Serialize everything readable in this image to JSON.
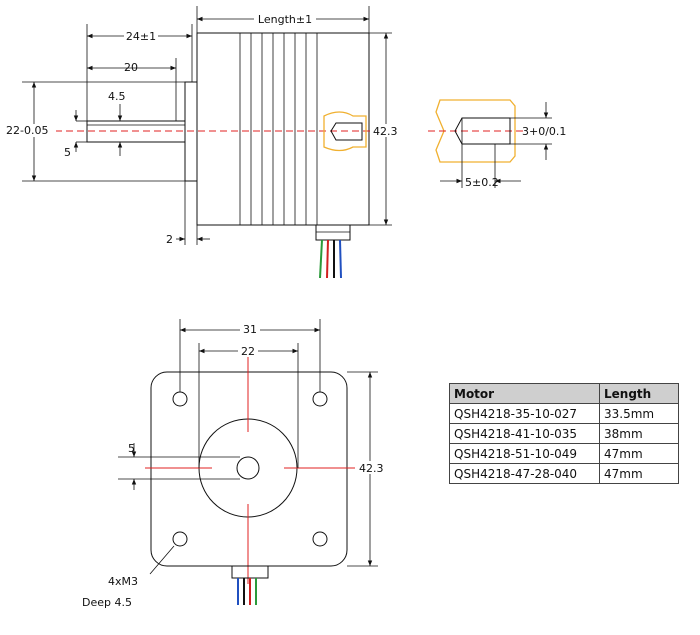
{
  "labels": {
    "length": "Length±1",
    "d24": "24±1",
    "d20": "20",
    "d45": "4.5",
    "d22_005": "22-0.05",
    "d5": "5",
    "d423_side": "42.3",
    "d2": "2",
    "d3": "3+0/0.1",
    "d52": "5±0.2",
    "d31": "31",
    "d22": "22",
    "d5_front": "5",
    "d423_front": "42.3",
    "screw": "4xM3",
    "deep": "Deep 4.5"
  },
  "table": {
    "headers": [
      "Motor",
      "Length"
    ],
    "rows": [
      [
        "QSH4218-35-10-027",
        "33.5mm"
      ],
      [
        "QSH4218-41-10-035",
        "38mm"
      ],
      [
        "QSH4218-51-10-049",
        "47mm"
      ],
      [
        "QSH4218-47-28-040",
        "47mm"
      ]
    ]
  },
  "colors": {
    "centerline": "#e02020",
    "highlight": "#f0b030",
    "wire_green": "#2a9a3a",
    "wire_red": "#d02020",
    "wire_black": "#111111",
    "wire_blue": "#2050c0"
  }
}
